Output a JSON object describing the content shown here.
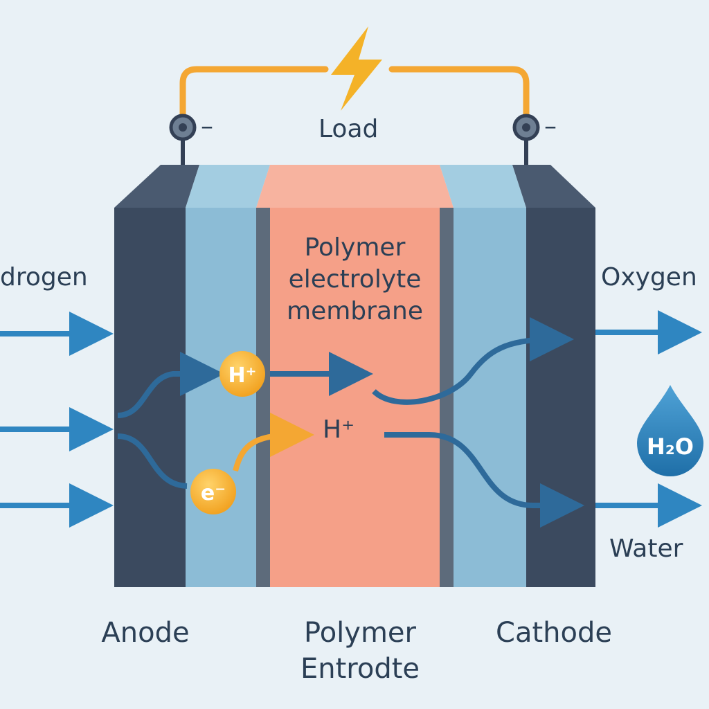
{
  "diagram": {
    "load_label": "Load",
    "terminal_left_sign": "–",
    "terminal_right_sign": "–",
    "membrane_label": [
      "Polymer",
      "electrolyte",
      "membrane"
    ],
    "input_label": "drogen",
    "output_oxygen_label": "Oxygen",
    "output_water_label": "Water",
    "water_drop_text": "H₂O",
    "proton_badge_text": "H⁺",
    "electron_badge_text": "e⁻",
    "proton_free_text": "H⁺",
    "anode_label": "Anode",
    "center_bottom_label": [
      "Polymer",
      "Entrodte"
    ],
    "cathode_label": "Cathode"
  },
  "colors": {
    "background": "#e9f1f6",
    "electrode_dark": "#3b4a5f",
    "gas_layer": "#8cbcd6",
    "membrane": "#f5a088",
    "flow_arrow": "#2f86c1",
    "ion_arrow": "#2e6a9a",
    "electron_path": "#f4a733",
    "label_text": "#2b3f55"
  }
}
